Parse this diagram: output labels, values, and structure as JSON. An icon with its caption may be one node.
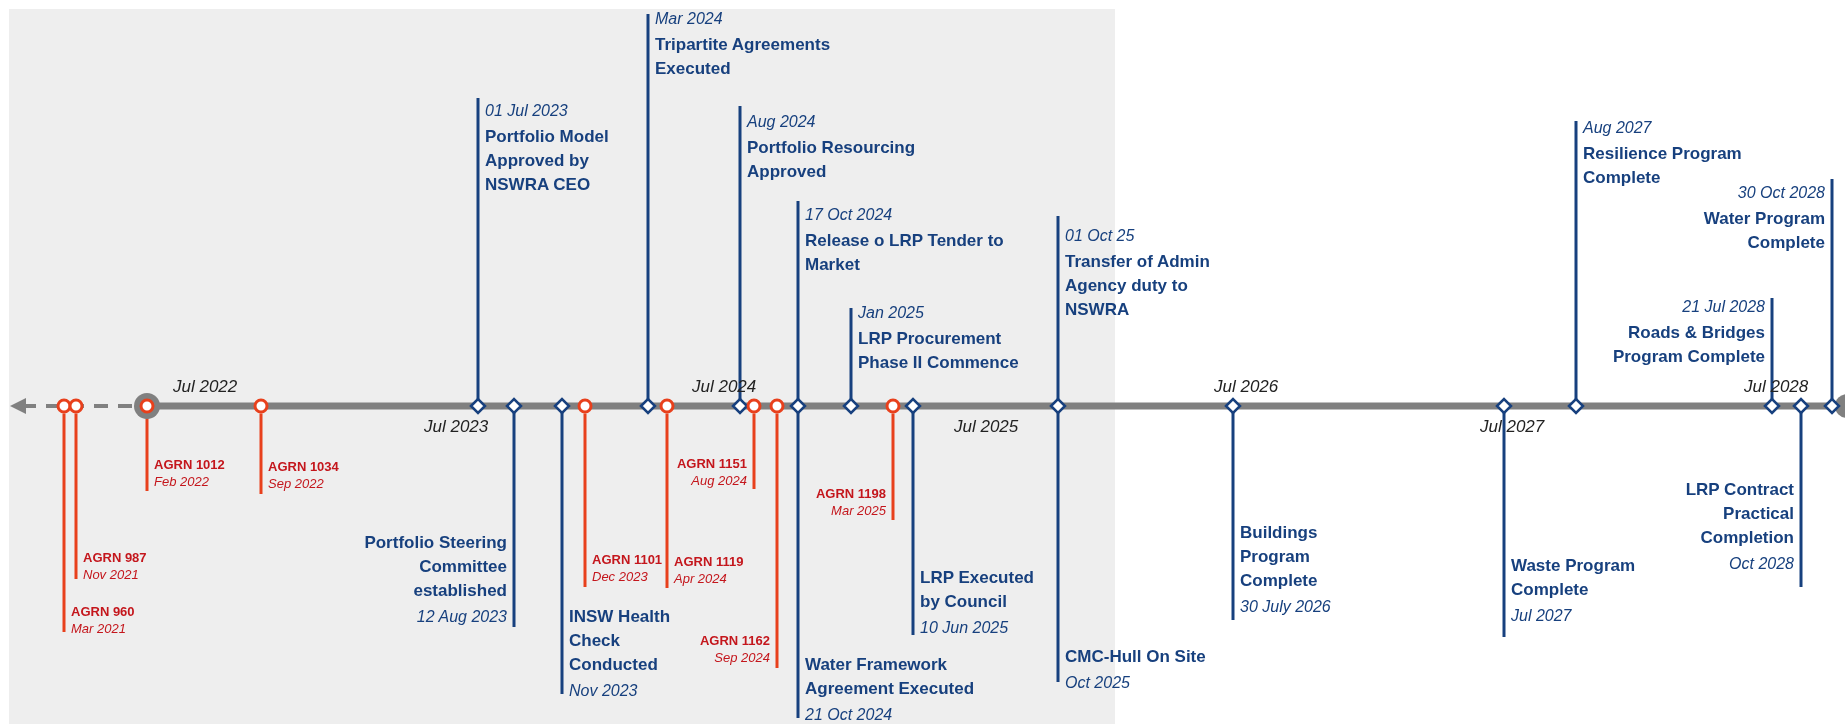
{
  "diagram": {
    "nodes": [
      {
        "text": [
          "AGRN 960",
          "Mar 2021"
        ]
      },
      {
        "text": [
          "AGRN 987",
          "Nov 2021"
        ]
      },
      {
        "text": [
          "AGRN 1012",
          "Feb 2022"
        ]
      },
      {
        "text": [
          "AGRN 1034",
          "Sep 2022"
        ]
      },
      {
        "text": [
          "01 Jul 2023",
          "Portfolio Model Approved by NSWRA CEO"
        ]
      },
      {
        "text": [
          "Portfolio Steering Committee established",
          "12 Aug 2023"
        ]
      },
      {
        "text": [
          "INSW Health Check Conducted",
          "Nov 2023"
        ]
      },
      {
        "text": [
          "AGRN 1101",
          "Dec 2023"
        ]
      },
      {
        "text": [
          "Mar 2024",
          "Tripartite Agreements Executed"
        ]
      },
      {
        "text": [
          "AGRN 1119",
          "Apr 2024"
        ]
      },
      {
        "text": [
          "Aug 2024",
          "Portfolio Resourcing Approved"
        ]
      },
      {
        "text": [
          "AGRN 1151",
          "Aug 2024"
        ]
      },
      {
        "text": [
          "AGRN 1162",
          "Sep 2024"
        ]
      },
      {
        "text": [
          "17 Oct 2024",
          "Release o LRP Tender to Market"
        ]
      },
      {
        "text": [
          "Water Framework Agreement Executed",
          "21 Oct 2024"
        ]
      },
      {
        "text": [
          "Jan 2025",
          "LRP Procurement Phase II Commence"
        ]
      },
      {
        "text": [
          "AGRN 1198",
          "Mar 2025"
        ]
      },
      {
        "text": [
          "LRP Executed by Council",
          "10 Jun 2025"
        ]
      },
      {
        "text": [
          "01 Oct 25",
          "Transfer of Admin Agency duty to NSWRA"
        ]
      },
      {
        "text": [
          "CMC-Hull On Site",
          "Oct 2025"
        ]
      },
      {
        "text": [
          "Buildings Program Complete",
          "30 July 2026"
        ]
      },
      {
        "text": [
          "Waste Program Complete",
          "Jul 2027"
        ]
      },
      {
        "text": [
          "Aug 2027",
          "Resilience Program Complete"
        ]
      },
      {
        "text": [
          "21 Jul 2028",
          "Roads & Bridges Program Complete"
        ]
      },
      {
        "text": [
          "LRP Contract Practical Completion",
          "Oct 2028"
        ]
      },
      {
        "text": [
          "30 Oct 2028",
          "Water Program Complete"
        ]
      },
      {
        "text": [],
        "shape": "circle"
      },
      {
        "text": [],
        "shape": "circle"
      },
      {
        "text": [],
        "shape": "circle"
      },
      {
        "text": [],
        "shape": "circle"
      },
      {
        "text": [],
        "shape": "diamond"
      },
      {
        "text": [],
        "shape": "diamond"
      },
      {
        "text": [],
        "shape": "diamond"
      },
      {
        "text": [],
        "shape": "circle"
      },
      {
        "text": [],
        "shape": "diamond"
      },
      {
        "text": [],
        "shape": "circle"
      },
      {
        "text": [],
        "shape": "diamond"
      },
      {
        "text": [],
        "shape": "circle"
      },
      {
        "text": [],
        "shape": "circle"
      },
      {
        "text": [],
        "shape": "diamond"
      },
      {
        "text": [],
        "shape": "diamond"
      },
      {
        "text": [],
        "shape": "circle"
      },
      {
        "text": [],
        "shape": "diamond"
      },
      {
        "text": [],
        "shape": "diamond"
      },
      {
        "text": [],
        "shape": "diamond"
      },
      {
        "text": [],
        "shape": "diamond"
      },
      {
        "text": [],
        "shape": "diamond"
      },
      {
        "text": [],
        "shape": "diamond"
      },
      {
        "text": [],
        "shape": "diamond"
      },
      {
        "text": [],
        "shape": "diamond"
      }
    ],
    "edges": [
      {
        "from": 0,
        "to": 26,
        "arrow": "none",
        "color": "#e8401c"
      },
      {
        "from": 1,
        "to": 27,
        "arrow": "none",
        "color": "#e8401c"
      },
      {
        "from": 2,
        "to": 28,
        "arrow": "none",
        "color": "#e8401c"
      },
      {
        "from": 3,
        "to": 29,
        "arrow": "none",
        "color": "#e8401c"
      },
      {
        "from": 4,
        "to": 30,
        "arrow": "none"
      },
      {
        "from": 5,
        "to": 31,
        "arrow": "none"
      },
      {
        "from": 6,
        "to": 32,
        "arrow": "none"
      },
      {
        "from": 7,
        "to": 33,
        "arrow": "none",
        "color": "#e8401c"
      },
      {
        "from": 8,
        "to": 34,
        "arrow": "none"
      },
      {
        "from": 9,
        "to": 35,
        "arrow": "none",
        "color": "#e8401c"
      },
      {
        "from": 10,
        "to": 36,
        "arrow": "none"
      },
      {
        "from": 11,
        "to": 37,
        "arrow": "none",
        "color": "#e8401c"
      },
      {
        "from": 12,
        "to": 38,
        "arrow": "none",
        "color": "#e8401c"
      },
      {
        "from": 13,
        "to": 39,
        "arrow": "none"
      },
      {
        "from": 14,
        "to": 39,
        "arrow": "none"
      },
      {
        "from": 15,
        "to": 40,
        "arrow": "none"
      },
      {
        "from": 16,
        "to": 41,
        "arrow": "none",
        "color": "#e8401c"
      },
      {
        "from": 17,
        "to": 42,
        "arrow": "none"
      },
      {
        "from": 18,
        "to": 43,
        "arrow": "none"
      },
      {
        "from": 19,
        "to": 43,
        "arrow": "none"
      },
      {
        "from": 20,
        "to": 44,
        "arrow": "none"
      },
      {
        "from": 21,
        "to": 45,
        "arrow": "none"
      },
      {
        "from": 22,
        "to": 46,
        "arrow": "none"
      },
      {
        "from": 23,
        "to": 47,
        "arrow": "none"
      },
      {
        "from": 24,
        "to": 48,
        "arrow": "none"
      },
      {
        "from": 25,
        "to": 49,
        "arrow": "none"
      }
    ],
    "labels": [
      "Jul 2022",
      "Jul 2023",
      "Jul 2024",
      "Jul 2025",
      "Jul 2026",
      "Jul 2027",
      "Jul 2028"
    ]
  }
}
